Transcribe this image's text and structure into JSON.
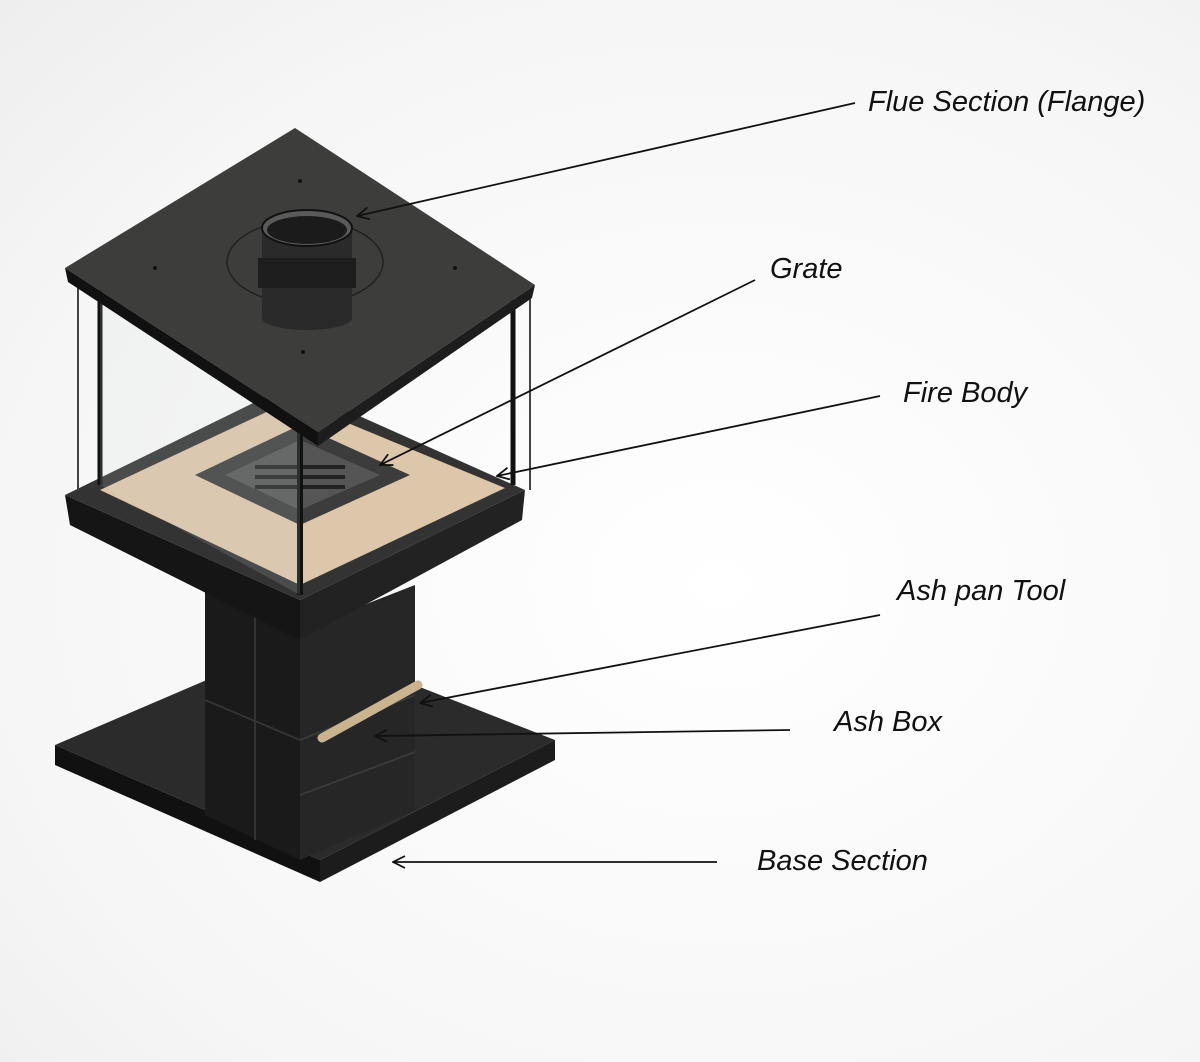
{
  "labels": {
    "flue": "Flue Section (Flange)",
    "grate": "Grate",
    "fire_body": "Fire Body",
    "ash_pan_tool": "Ash pan Tool",
    "ash_box": "Ash Box",
    "base": "Base Section"
  }
}
